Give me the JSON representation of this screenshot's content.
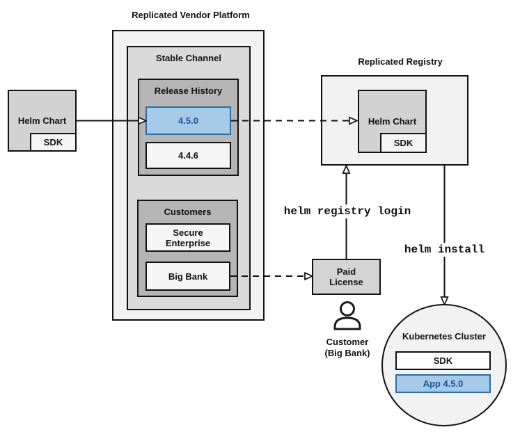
{
  "colors": {
    "box_border": "#111111",
    "platform_fill": "#f2f2f2",
    "channel_fill": "#d9d9d9",
    "group_fill": "#b5b5b5",
    "item_fill": "#f5f5f5",
    "chart_fill": "#d2d2d2",
    "license_fill": "#d4d4d4",
    "highlight_fill": "#a7c9e8",
    "highlight_border": "#2e6ca5",
    "highlight_text": "#1c5591"
  },
  "platform": {
    "title": "Replicated Vendor Platform",
    "stable_channel": {
      "label": "Stable Channel"
    },
    "release_history": {
      "label": "Release History",
      "releases": [
        {
          "version": "4.5.0",
          "highlighted": "true"
        },
        {
          "version": "4.4.6",
          "highlighted": "false"
        }
      ]
    },
    "customers": {
      "label": "Customers",
      "items": [
        {
          "name": "Secure Enterprise"
        },
        {
          "name": "Big Bank"
        }
      ]
    }
  },
  "source_chart": {
    "label": "Helm Chart",
    "sdk_label": "SDK"
  },
  "registry": {
    "title": "Replicated Registry",
    "helm_chart": {
      "label": "Helm Chart",
      "sdk_label": "SDK"
    }
  },
  "license": {
    "label": "Paid License"
  },
  "customer": {
    "line1": "Customer",
    "line2": "(Big Bank)"
  },
  "cluster": {
    "label": "Kubernetes Cluster",
    "sdk_label": "SDK",
    "app_label": "App 4.5.0"
  },
  "commands": {
    "registry_login": "helm registry login",
    "install": "helm install"
  }
}
